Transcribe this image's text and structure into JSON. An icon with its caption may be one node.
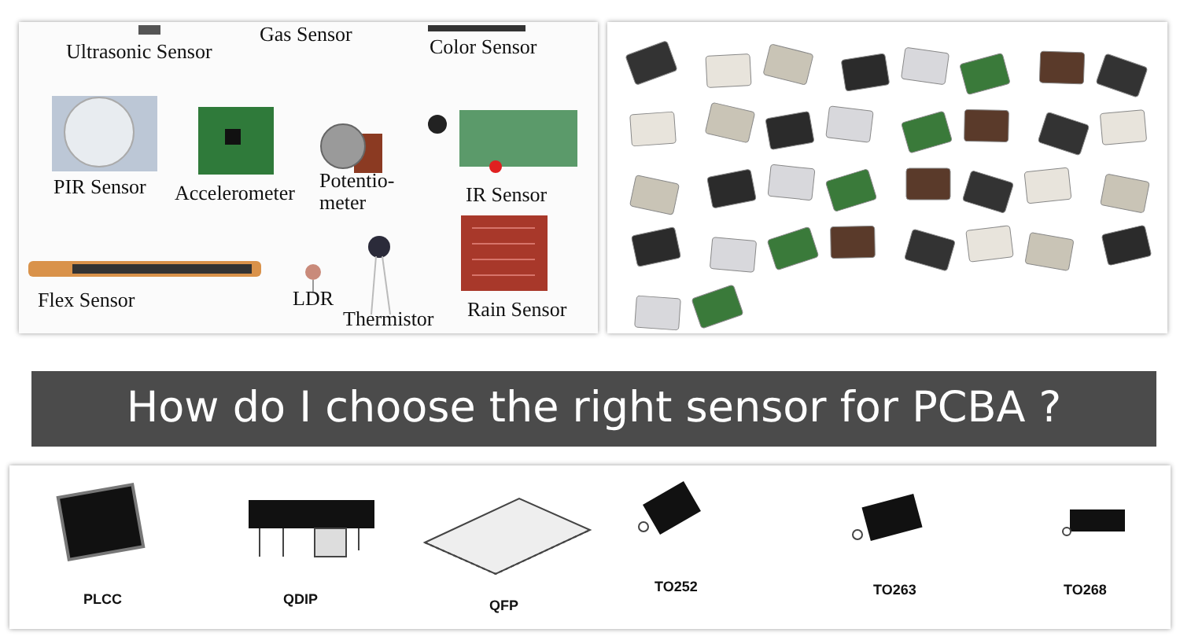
{
  "diagram": {
    "title": "How do I choose the right sensor for PCBA ?",
    "labels": [
      "Ultrasonic Sensor",
      "Gas Sensor",
      "Color Sensor",
      "PIR Sensor",
      "Accelerometer",
      "Potentio- meter",
      "IR Sensor",
      "Flex Sensor",
      "LDR",
      "Thermistor",
      "Rain Sensor",
      "PLCC",
      "QDIP",
      "QFP",
      "TO252",
      "TO263",
      "TO268"
    ]
  }
}
